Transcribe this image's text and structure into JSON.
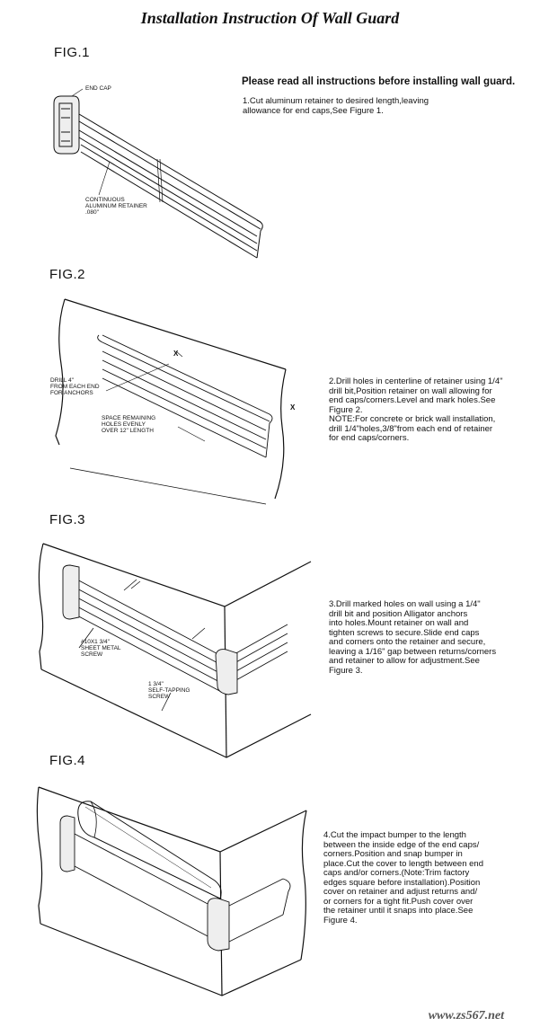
{
  "title": "Installation Instruction Of Wall Guard",
  "headline": "Please read all instructions before installing wall guard.",
  "figures": [
    {
      "label": "FIG.1"
    },
    {
      "label": "FIG.2"
    },
    {
      "label": "FIG.3"
    },
    {
      "label": "FIG.4"
    }
  ],
  "steps": [
    "1.Cut aluminum retainer to desired length,leaving\n   allowance for end caps,See Figure 1.",
    "2.Drill holes in centerline of retainer using 1/4\"\n   drill bit,Position retainer on wall allowing for\n   end caps/corners.Level and mark holes.See\n   Figure 2.\n   NOTE:For concrete or brick wall installation,\n   drill 1/4\"holes,3/8\"from each end of retainer\n   for end caps/corners.",
    "3.Drill marked holes on wall using a 1/4\"\n   drill bit and position Alligator anchors\n   into holes.Mount retainer on wall and\n   tighten screws to secure.Slide end caps\n   and corners onto the retainer and secure,\n   leaving a 1/16\" gap between returns/corners\n   and retainer to allow for adjustment.See\n   Figure 3.",
    "4.Cut the impact bumper to the length\n   between the inside edge of the end caps/\n   corners.Position and snap bumper in\n   place.Cut the cover to length between end\n   caps and/or corners.(Note:Trim factory\n   edges square before installation).Position\n   cover on retainer and adjust returns and/\n   or corners for a tight fit.Push cover over\n   the retainer until it snaps into place.See\n   Figure 4."
  ],
  "labels": {
    "end_cap": "END CAP",
    "retainer": "CONTINUOUS\nALUMINUM RETAINER\n.080\"",
    "drill": "DRILL 4\"\nFROM EACH END\nFOR ANCHORS",
    "space": "SPACE REMAINING\nHOLES EVENLY\nOVER 12\" LENGTH",
    "mark_x": "X",
    "sheet_screw": "#10X1 3/4\"\nSHEET METAL\nSCREW",
    "self_tap": "1 3/4\"\nSELF-TAPPING\nSCREW"
  },
  "footer": "www.zs567.net"
}
